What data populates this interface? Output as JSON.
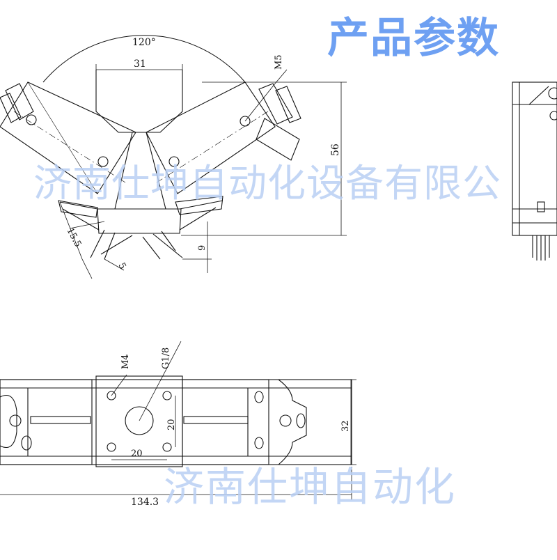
{
  "header": {
    "title": "产品参数"
  },
  "watermarks": {
    "line1": "济南仕坤自动化设备有限公",
    "line2": "济南仕坤自动化"
  },
  "dimensions": {
    "angle": "120°",
    "top_width": "31",
    "thread_top": "M5",
    "height_56": "56",
    "dim_15_5": "15.5",
    "dim_5": "5",
    "dim_9": "9",
    "thread_m4": "M4",
    "thread_g18": "G1/8",
    "hole_spacing_v": "20",
    "hole_spacing_h": "20",
    "width_32": "32",
    "total_length": "134.3"
  },
  "colors": {
    "title": "#6ea0f2",
    "watermark": "#b9d0f4",
    "line": "#111111"
  }
}
